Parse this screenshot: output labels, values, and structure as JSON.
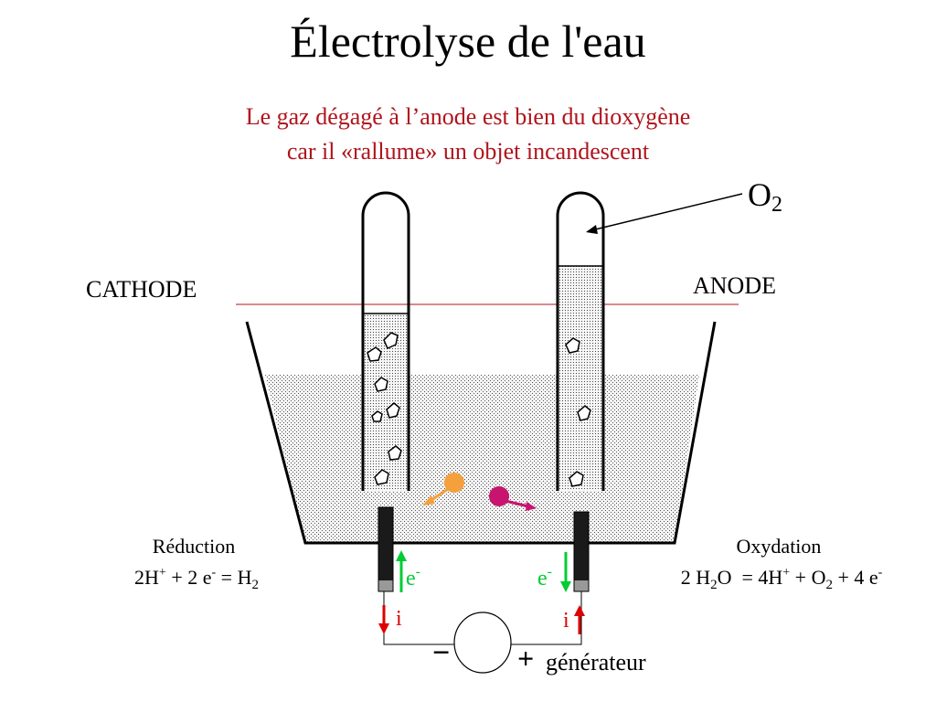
{
  "title": "Électrolyse de l'eau",
  "subtitle": {
    "line1": "Le gaz dégagé à l’anode est bien du dioxygène",
    "line2": "car il «rallume» un objet incandescent"
  },
  "labels": {
    "cathode": "CATHODE",
    "anode": "ANODE",
    "gas": "O",
    "gas_sub": "2"
  },
  "reduction": {
    "heading": "Réduction",
    "eq_a": "2H",
    "eq_a_sup": "+",
    "eq_b": " + 2 e",
    "eq_b_sup": "-",
    "eq_c": " = H",
    "eq_c_sub": "2"
  },
  "oxidation": {
    "heading": "Oxydation",
    "eq_a": "2 H",
    "eq_a_sub": "2",
    "eq_b": "O  = 4H",
    "eq_b_sup": "+",
    "eq_c": " + O",
    "eq_c_sub": "2",
    "eq_d": " + 4 e",
    "eq_d_sup": "-"
  },
  "electron": {
    "symbol": "e",
    "sup": "-"
  },
  "current": "i",
  "generator": {
    "minus": "−",
    "plus": "+",
    "label": "générateur"
  },
  "colors": {
    "title_accent": "#b0141c",
    "electron_arrow": "#00cc33",
    "current_arrow": "#dd0000",
    "cation": "#f5a03c",
    "anion": "#c8146e"
  }
}
